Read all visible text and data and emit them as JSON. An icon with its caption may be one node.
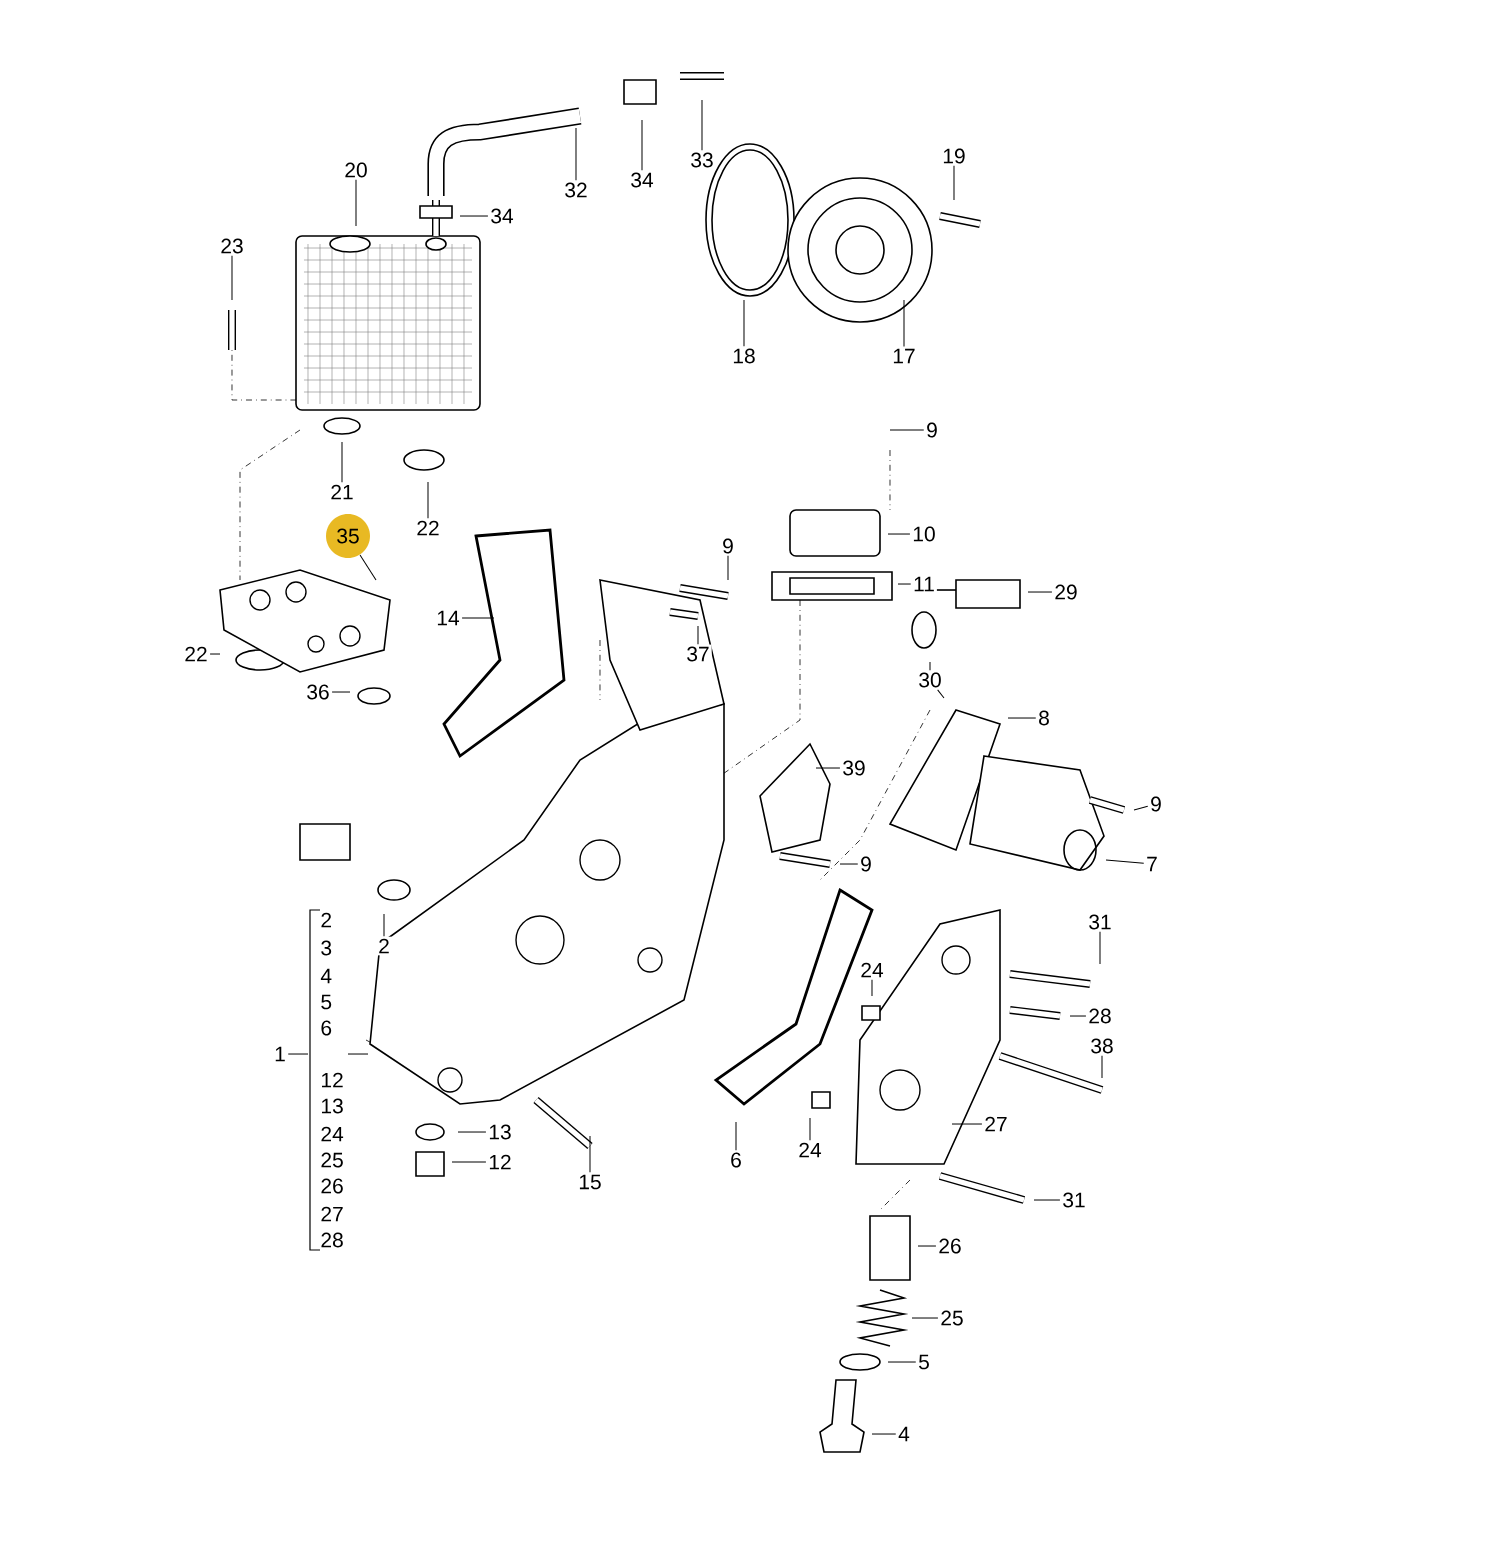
{
  "diagram": {
    "nodes": [
      {
        "text": [
          "33"
        ]
      },
      {
        "text": [
          "34"
        ]
      },
      {
        "text": [
          "32"
        ]
      },
      {
        "text": [
          "19"
        ]
      },
      {
        "text": [
          "20"
        ]
      },
      {
        "text": [
          "34"
        ]
      },
      {
        "text": [
          "23"
        ]
      },
      {
        "text": [
          "18"
        ]
      },
      {
        "text": [
          "17"
        ]
      },
      {
        "text": [
          "9"
        ]
      },
      {
        "text": [
          "21"
        ]
      },
      {
        "text": [
          "22"
        ]
      },
      {
        "text": [
          "35"
        ]
      },
      {
        "text": [
          "10"
        ]
      },
      {
        "text": [
          "9"
        ]
      },
      {
        "text": [
          "11"
        ]
      },
      {
        "text": [
          "29"
        ]
      },
      {
        "text": [
          "14"
        ]
      },
      {
        "text": [
          "22"
        ]
      },
      {
        "text": [
          "37"
        ]
      },
      {
        "text": [
          "30"
        ]
      },
      {
        "text": [
          "36"
        ]
      },
      {
        "text": [
          "8"
        ]
      },
      {
        "text": [
          "39"
        ]
      },
      {
        "text": [
          "9"
        ]
      },
      {
        "text": [
          "7"
        ]
      },
      {
        "text": [
          "9"
        ]
      },
      {
        "text": [
          "31"
        ]
      },
      {
        "text": [
          "2"
        ]
      },
      {
        "text": [
          "24"
        ]
      },
      {
        "text": [
          "28"
        ]
      },
      {
        "text": [
          "38"
        ]
      },
      {
        "text": [
          "1"
        ]
      },
      {
        "text": [
          "27"
        ]
      },
      {
        "text": [
          "13"
        ]
      },
      {
        "text": [
          "24"
        ]
      },
      {
        "text": [
          "12"
        ]
      },
      {
        "text": [
          "6"
        ]
      },
      {
        "text": [
          "15"
        ]
      },
      {
        "text": [
          "31"
        ]
      },
      {
        "text": [
          "26"
        ]
      },
      {
        "text": [
          "25"
        ]
      },
      {
        "text": [
          "5"
        ]
      },
      {
        "text": [
          "4"
        ]
      }
    ],
    "edges": [
      {
        "from": 0,
        "to": null,
        "arrow": "none"
      },
      {
        "from": 1,
        "to": null,
        "arrow": "none"
      },
      {
        "from": 2,
        "to": null,
        "arrow": "none"
      },
      {
        "from": 3,
        "to": null,
        "arrow": "none"
      },
      {
        "from": 4,
        "to": null,
        "arrow": "none"
      },
      {
        "from": 5,
        "to": null,
        "arrow": "none"
      },
      {
        "from": 6,
        "to": null,
        "arrow": "none"
      },
      {
        "from": 7,
        "to": null,
        "arrow": "none"
      },
      {
        "from": 8,
        "to": null,
        "arrow": "none"
      },
      {
        "from": 9,
        "to": null,
        "arrow": "none"
      },
      {
        "from": 10,
        "to": null,
        "arrow": "none"
      },
      {
        "from": 11,
        "to": null,
        "arrow": "none"
      },
      {
        "from": 12,
        "to": null,
        "arrow": "none"
      },
      {
        "from": 13,
        "to": null,
        "arrow": "none"
      },
      {
        "from": 14,
        "to": null,
        "arrow": "none"
      },
      {
        "from": 15,
        "to": null,
        "arrow": "none"
      },
      {
        "from": 16,
        "to": null,
        "arrow": "none"
      },
      {
        "from": 17,
        "to": null,
        "arrow": "none"
      },
      {
        "from": 18,
        "to": null,
        "arrow": "none"
      },
      {
        "from": 19,
        "to": null,
        "arrow": "none"
      },
      {
        "from": 20,
        "to": null,
        "arrow": "none"
      },
      {
        "from": 20,
        "to": null,
        "arrow": "none"
      },
      {
        "from": 21,
        "to": null,
        "arrow": "none"
      },
      {
        "from": 22,
        "to": null,
        "arrow": "none"
      },
      {
        "from": 23,
        "to": null,
        "arrow": "none"
      },
      {
        "from": 24,
        "to": null,
        "arrow": "none"
      },
      {
        "from": 25,
        "to": null,
        "arrow": "none"
      },
      {
        "from": 26,
        "to": null,
        "arrow": "none"
      },
      {
        "from": 27,
        "to": null,
        "arrow": "none"
      },
      {
        "from": 28,
        "to": null,
        "arrow": "none"
      },
      {
        "from": 29,
        "to": null,
        "arrow": "none"
      },
      {
        "from": 30,
        "to": null,
        "arrow": "none"
      },
      {
        "from": 31,
        "to": null,
        "arrow": "none"
      },
      {
        "from": 32,
        "to": null,
        "arrow": "none"
      },
      {
        "from": 33,
        "to": null,
        "arrow": "none"
      },
      {
        "from": 34,
        "to": null,
        "arrow": "none"
      },
      {
        "from": 35,
        "to": null,
        "arrow": "none"
      },
      {
        "from": 36,
        "to": null,
        "arrow": "none"
      },
      {
        "from": 37,
        "to": null,
        "arrow": "none"
      },
      {
        "from": 38,
        "to": null,
        "arrow": "none"
      },
      {
        "from": 39,
        "to": null,
        "arrow": "none"
      },
      {
        "from": 40,
        "to": null,
        "arrow": "none"
      },
      {
        "from": 41,
        "to": null,
        "arrow": "none"
      },
      {
        "from": 42,
        "to": null,
        "arrow": "none"
      },
      {
        "from": 43,
        "to": null,
        "arrow": "none"
      }
    ],
    "labels": [
      "2",
      "3",
      "4",
      "5",
      "6",
      "12",
      "13",
      "24",
      "25",
      "26",
      "27",
      "28"
    ]
  }
}
